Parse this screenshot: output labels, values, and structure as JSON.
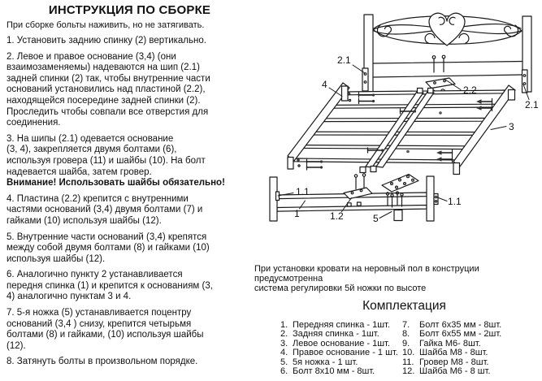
{
  "page": {
    "title": "ИНСТРУКЦИЯ ПО СБОРКЕ",
    "subtitle": "При сборке больты наживить, но не затягивать."
  },
  "instructions": {
    "steps": [
      {
        "text": "1. Установить заднию спинку (2) вертикально."
      },
      {
        "text": "2. Левое и правое основание (3,4) (они\nвзаимозаменяемы) надеваются на шип (2.1)\nзадней спинки (2) так, чтобы внутренние части\nоснований установились над пластиной (2.2),\nнаходящейся посередине задней спинки (2).\nПроследить чтобы совпали все отверстия для\nсоединения."
      },
      {
        "text": "3. На шипы (2.1) одевается основание\n(3, 4), закрепляется двумя болтами (6),\nиспользуя гровера (11) и шайбы (10). На болт\nнадевается шайба, затем гровер.",
        "warning": "Внимание! Использовать шайбы обязательно!"
      },
      {
        "text": "4. Пластина (2.2) крепится с внутренними\nчастями оснований (3,4) двумя болтами (7) и\nгайками (10) используя шайбы (12)."
      },
      {
        "text": "5. Внутренние части оснований (3,4) крепятся\nмежду собой двумя болтами (8) и гайками (10)\nиспользуя шайбы (12)."
      },
      {
        "text": "6. Аналогично пункту 2 устанавливается\nпередня спинка (1) и крепится к основаниям (3,\n4) аналогично пунктам 3 и 4."
      },
      {
        "text": "7. 5-я ножка (5) устанавливается поцентру\nоснований (3,4 ) снизу, крепится четырьмя\nболтами (8) и гайками, (10) используя шайбы\n(12)."
      },
      {
        "text": "8. Затянуть болты в произвольном порядке."
      }
    ]
  },
  "diagram": {
    "labels": {
      "post_tenon_left": "2.1",
      "center_plate": "2.2",
      "post_tenon_right": "2.1",
      "left_base": "4",
      "right_base": "3",
      "front_tenon_left": "1.1",
      "front_panel": "1",
      "front_plate": "1.2",
      "fifth_leg": "5",
      "front_tenon_right": "1.1"
    }
  },
  "note": "При установки кровати на неровный пол в конструции предусмотренна\nсистема регулировки 5й ножки по высоте",
  "kit": {
    "title": "Комплектация",
    "items_left": [
      {
        "num": "1.",
        "text": "Передняя спинка - 1шт."
      },
      {
        "num": "2.",
        "text": "Задняя спинка - 1шт."
      },
      {
        "num": "3.",
        "text": "Левое основание - 1шт."
      },
      {
        "num": "4.",
        "text": "Правое основание - 1 шт."
      },
      {
        "num": "5.",
        "text": "5я ножка - 1 шт."
      },
      {
        "num": "6.",
        "text": "Болт 8х10 мм - 8шт."
      }
    ],
    "items_right": [
      {
        "num": "7.",
        "text": "Болт 6х35 мм - 8шт."
      },
      {
        "num": "8.",
        "text": "Болт 6х55 мм - 2шт."
      },
      {
        "num": "9.",
        "text": "Гайка М6- 8шт."
      },
      {
        "num": "10.",
        "text": "Шайба М8 - 8шт."
      },
      {
        "num": "11.",
        "text": "Гровер М8 - 8шт."
      },
      {
        "num": "12.",
        "text": "Шайба М6 - 8 шт."
      }
    ]
  }
}
